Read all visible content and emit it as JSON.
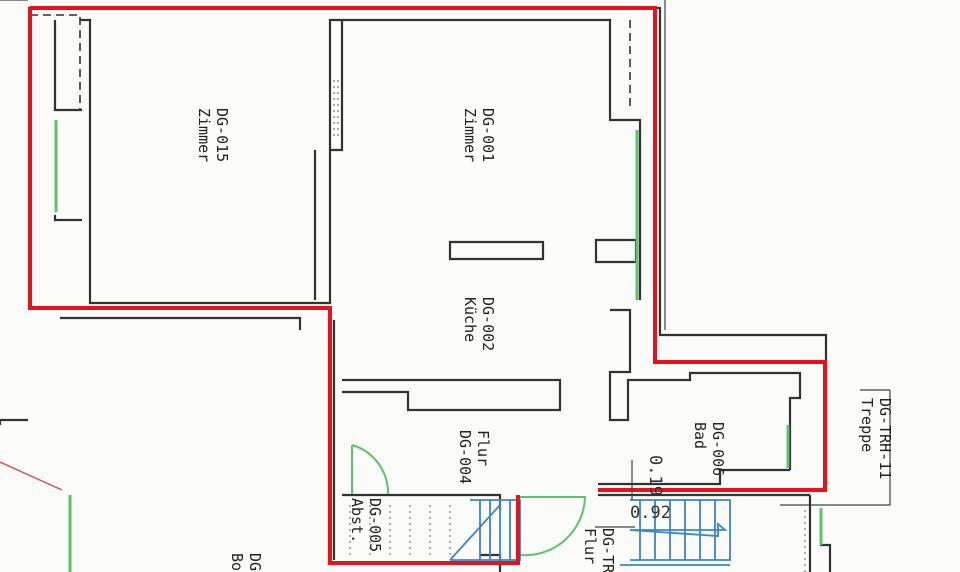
{
  "colors": {
    "outline": "#e8121a",
    "walls": "#333333",
    "windows_doors": "#5cc46a",
    "stairs": "#3a86c8"
  },
  "rooms": [
    {
      "id": "DG-015",
      "name": "Zimmer"
    },
    {
      "id": "DG-001",
      "name": "Zimmer"
    },
    {
      "id": "DG-002",
      "name": "Küche"
    },
    {
      "id": "DG-004",
      "name": "Flur"
    },
    {
      "id": "DG-005",
      "name": "Abst."
    },
    {
      "id": "DG-006",
      "name": "Bad"
    },
    {
      "id": "DG-TRH-11",
      "name": "Treppe"
    },
    {
      "id": "DG-TR",
      "name": "Flur"
    },
    {
      "id": "DG",
      "name": "Bo"
    }
  ],
  "dimensions": [
    "0.19",
    "0.92"
  ]
}
